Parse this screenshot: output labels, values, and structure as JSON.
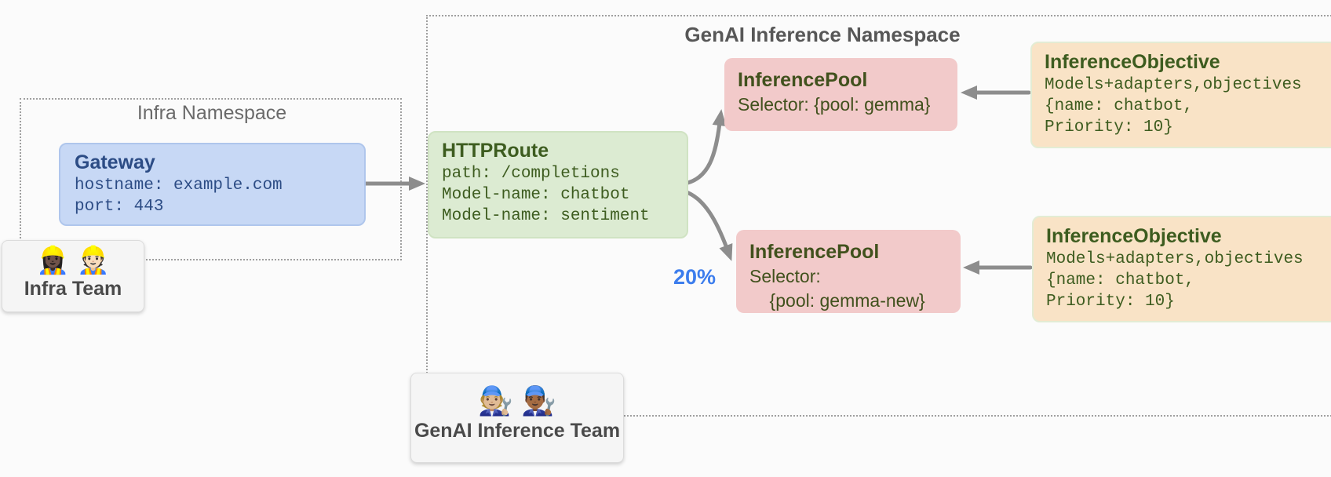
{
  "infra_namespace": {
    "title": "Infra Namespace"
  },
  "genai_namespace": {
    "title": "GenAI Inference Namespace"
  },
  "nodes": {
    "gateway": {
      "title": "Gateway",
      "lines": [
        "hostname: example.com",
        "port: 443"
      ]
    },
    "httproute": {
      "title": "HTTPRoute",
      "lines": [
        "path: /completions",
        "Model-name: chatbot",
        "Model-name: sentiment"
      ]
    },
    "pool1": {
      "title": "InferencePool",
      "lines": [
        "Selector: {pool: gemma}"
      ]
    },
    "pool2": {
      "title": "InferencePool",
      "lines": [
        "Selector:",
        "    {pool: gemma-new}"
      ]
    },
    "objective1": {
      "title": "InferenceObjective",
      "lines": [
        "Models+adapters,objectives",
        "{name: chatbot,",
        "Priority: 10}"
      ]
    },
    "objective2": {
      "title": "InferenceObjective",
      "lines": [
        "Models+adapters,objectives",
        "{name: chatbot,",
        "Priority: 10}"
      ]
    }
  },
  "teams": {
    "infra": {
      "emoji": "👷🏿‍♀️ 👷🏻",
      "label": "Infra Team"
    },
    "genai": {
      "emoji": "🧑🏼‍🔧 👨🏾‍🔧",
      "label": "GenAI Inference Team"
    }
  },
  "annotations": {
    "traffic_split": "20%"
  },
  "colors": {
    "gateway_fill": "#c7d8f5",
    "gateway_text": "#2c4c85",
    "httproute_fill": "#dcebd2",
    "pool_fill": "#f2caca",
    "objective_fill": "#f9e3c6",
    "green_text": "#3d5c1f",
    "arrow_gray": "#8d8d8d",
    "traffic_split_blue": "#3c7ded",
    "namespace_border_gray": "#9f9f9f"
  }
}
